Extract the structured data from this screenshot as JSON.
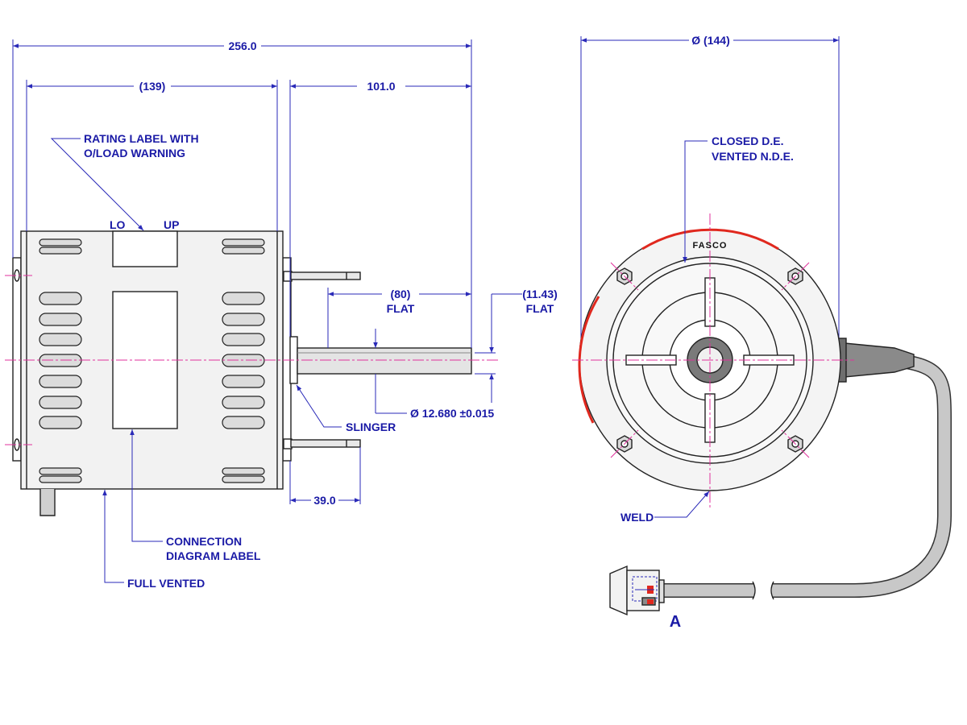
{
  "dimensions": {
    "overall_length": "256.0",
    "body_length": "(139)",
    "shaft_extension": "101.0",
    "flat_length": "(80)",
    "flat_length_label": "FLAT",
    "flat_depth": "(11.43)",
    "flat_depth_label": "FLAT",
    "shaft_diameter": "Ø  12.680 ±0.015",
    "stud_length": "39.0",
    "motor_diameter": "Ø (144)"
  },
  "annotations": {
    "rating_label_line1": "RATING LABEL WITH",
    "rating_label_line2": "O/LOAD WARNING",
    "lo": "LO",
    "up": "UP",
    "slinger": "SLINGER",
    "connection_line1": "CONNECTION",
    "connection_line2": "DIAGRAM LABEL",
    "full_vented": "FULL VENTED",
    "closed_line1": "CLOSED D.E.",
    "closed_line2": "VENTED N.D.E.",
    "brand": "FASCO",
    "weld": "WELD",
    "detail_marker": "A"
  },
  "colors": {
    "dimension": "#1a1aa6",
    "centerline": "#e0329c",
    "weld_mark": "#e0281e",
    "cable": "#c8c8c8"
  }
}
